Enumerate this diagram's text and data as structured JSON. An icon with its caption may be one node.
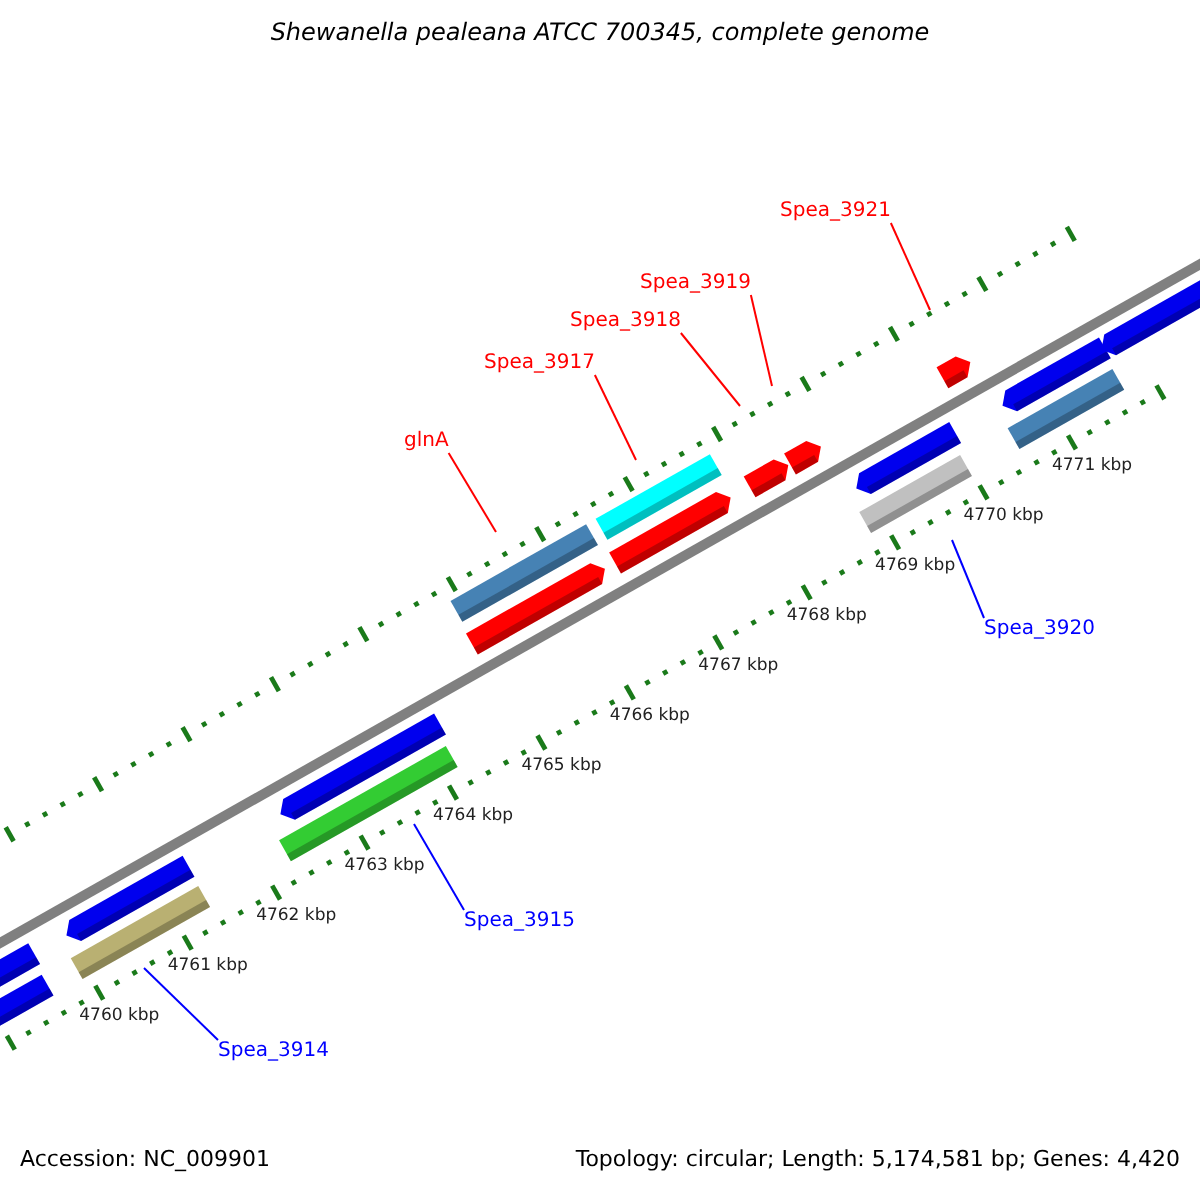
{
  "diagram": {
    "title": "Shewanella pealeana ATCC 700345, complete genome",
    "nodes": [
      {
        "text": [
          "glnA"
        ]
      },
      {
        "text": [
          "Spea_3917"
        ]
      },
      {
        "text": [
          "Spea_3918"
        ]
      },
      {
        "text": [
          "Spea_3919"
        ]
      },
      {
        "text": [
          "Spea_3921"
        ]
      },
      {
        "text": [
          "Spea_3920"
        ]
      },
      {
        "text": [
          "Spea_3915"
        ]
      },
      {
        "text": [
          "Spea_3914"
        ]
      }
    ],
    "edges": [
      {
        "from": 0,
        "to": null,
        "arrow": "none"
      },
      {
        "from": 1,
        "to": null,
        "arrow": "none"
      },
      {
        "from": 2,
        "to": null,
        "arrow": "none"
      },
      {
        "from": 3,
        "to": null,
        "arrow": "none"
      },
      {
        "from": 4,
        "to": null,
        "arrow": "none"
      },
      {
        "from": 5,
        "to": null,
        "arrow": "none",
        "color": "#0000ff"
      },
      {
        "from": 6,
        "to": null,
        "arrow": "none",
        "color": "#0000ff"
      },
      {
        "from": 7,
        "to": null,
        "arrow": "none",
        "color": "#0000ff"
      }
    ],
    "labels": [
      "4760 kbp",
      "4761 kbp",
      "4762 kbp",
      "4763 kbp",
      "4764 kbp",
      "4765 kbp",
      "4766 kbp",
      "4767 kbp",
      "4768 kbp",
      "4769 kbp",
      "4770 kbp",
      "4771 kbp",
      "Accession: NC_009901",
      "Topology: circular; Length: 5,174,581 bp; Genes: 4,420"
    ]
  }
}
